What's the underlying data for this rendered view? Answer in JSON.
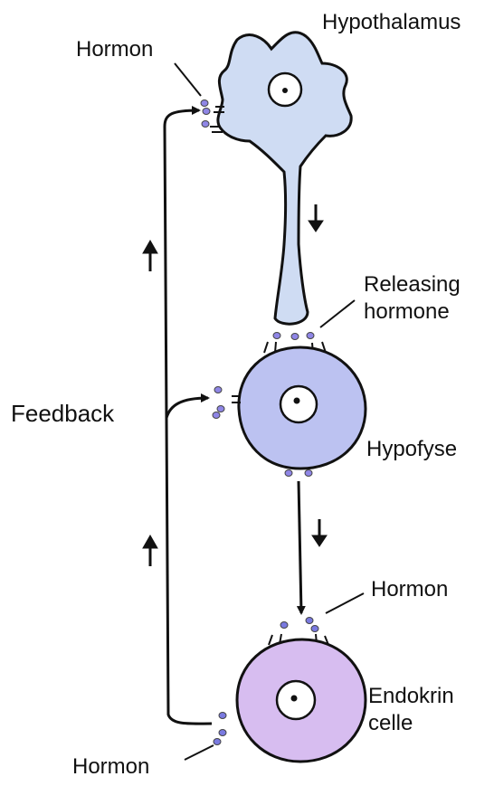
{
  "labels": {
    "hypothalamus": "Hypothalamus",
    "hormon_top": "Hormon",
    "releasing_line1": "Releasing",
    "releasing_line2": "hormone",
    "feedback": "Feedback",
    "hypofyse": "Hypofyse",
    "hormon_middle": "Hormon",
    "endokrin_line1": "Endokrin",
    "endokrin_line2": "celle",
    "hormon_bottom": "Hormon"
  },
  "colors": {
    "outline": "#111111",
    "hypothalamus_fill": "#cfdcf3",
    "hypofyse_fill": "#bcc2f1",
    "endokrin_fill": "#d7bdf0",
    "hormone_dot": "#8f86e6",
    "hormone_dot_dark": "#6c6ad8"
  }
}
